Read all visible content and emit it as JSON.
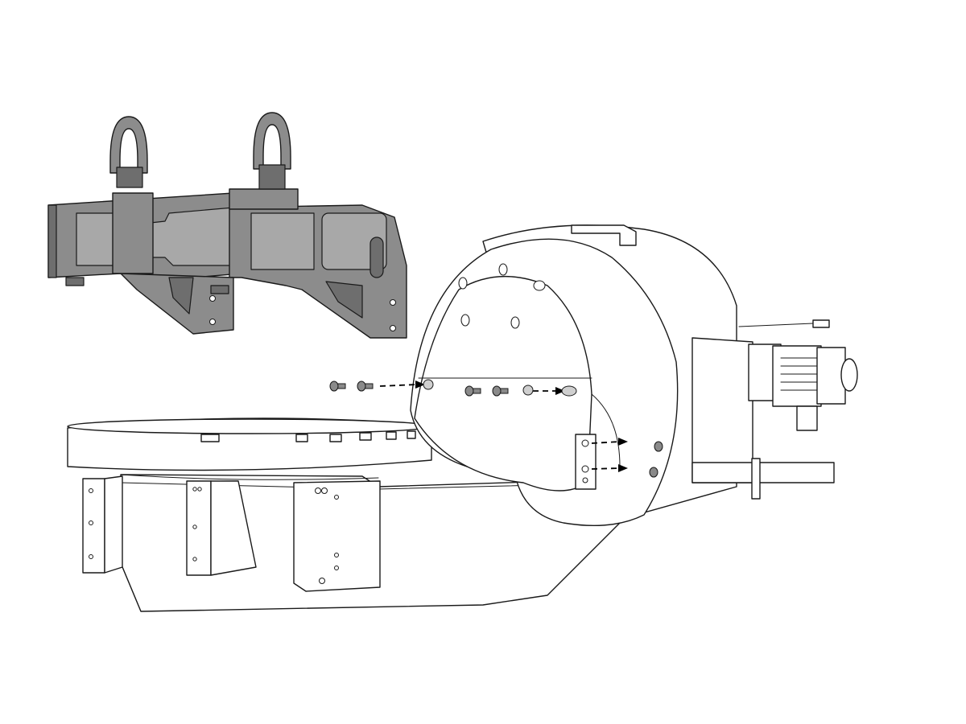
{
  "colors": {
    "background": "#ffffff",
    "outline": "#1a1a1a",
    "lifting_beam_fill": "#8c8c8c",
    "lifting_beam_shade": "#6e6e6e",
    "lifting_beam_light": "#a8a8a8",
    "screw_fill": "#8a8a8a",
    "arrow": "#000000"
  },
  "parts": {
    "lifting_beam": "lifting-beam",
    "eye_bolts": 2,
    "mounting_screws": 6
  },
  "arrows": 4
}
